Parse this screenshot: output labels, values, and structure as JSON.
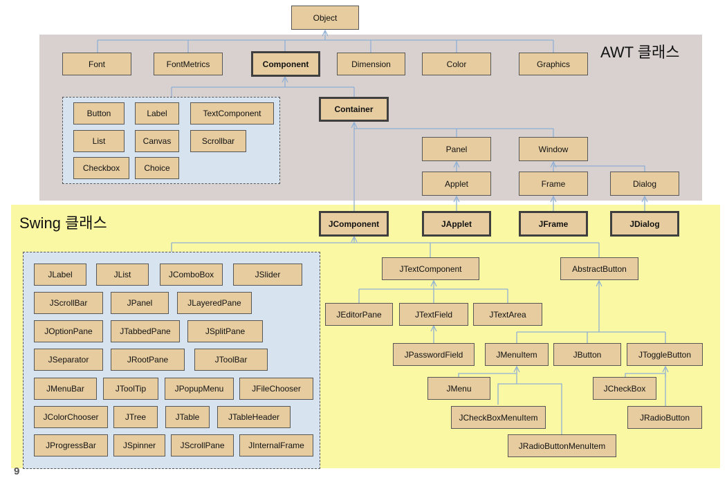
{
  "regions": {
    "awt_title": "AWT 클래스",
    "swing_title": "Swing 클래스"
  },
  "page_number": "9",
  "classes": {
    "object": "Object",
    "font": "Font",
    "fontmetrics": "FontMetrics",
    "component": "Component",
    "dimension": "Dimension",
    "color": "Color",
    "graphics": "Graphics",
    "button": "Button",
    "label": "Label",
    "textcomponent": "TextComponent",
    "list": "List",
    "canvas": "Canvas",
    "scrollbar": "Scrollbar",
    "checkbox": "Checkbox",
    "choice": "Choice",
    "container": "Container",
    "panel": "Panel",
    "window": "Window",
    "applet": "Applet",
    "frame": "Frame",
    "dialog": "Dialog",
    "jcomponent": "JComponent",
    "japplet": "JApplet",
    "jframe": "JFrame",
    "jdialog": "JDialog",
    "jlabel": "JLabel",
    "jlist": "JList",
    "jcombobox": "JComboBox",
    "jslider": "JSlider",
    "jscrollbar": "JScrollBar",
    "jpanel": "JPanel",
    "jlayeredpane": "JLayeredPane",
    "joptionpane": "JOptionPane",
    "jtabbedpane": "JTabbedPane",
    "jsplitpane": "JSplitPane",
    "jseparator": "JSeparator",
    "jrootpane": "JRootPane",
    "jtoolbar": "JToolBar",
    "jmenubar": "JMenuBar",
    "jtooltip": "JToolTip",
    "jpopupmenu": "JPopupMenu",
    "jfilechooser": "JFileChooser",
    "jcolorchooser": "JColorChooser",
    "jtree": "JTree",
    "jtable": "JTable",
    "jtableheader": "JTableHeader",
    "jprogressbar": "JProgressBar",
    "jspinner": "JSpinner",
    "jscrollpane": "JScrollPane",
    "jinternalframe": "JInternalFrame",
    "jtextcomponent": "JTextComponent",
    "abstractbutton": "AbstractButton",
    "jeditorpane": "JEditorPane",
    "jtextfield": "JTextField",
    "jtextarea": "JTextArea",
    "jpasswordfield": "JPasswordField",
    "jmenuitem": "JMenuItem",
    "jbutton": "JButton",
    "jtogglebutton": "JToggleButton",
    "jmenu": "JMenu",
    "jcheckbox": "JCheckBox",
    "jcheckboxmenuitem": "JCheckBoxMenuItem",
    "jradiobutton": "JRadioButton",
    "jradiobuttonmenuitem": "JRadioButtonMenuItem"
  },
  "colors": {
    "awt_background": "#d8d1d0",
    "swing_background": "#fbf8a3",
    "group_background": "#d7e3ef",
    "class_box": "#e6cc9f",
    "connector": "#8fb0d4"
  }
}
